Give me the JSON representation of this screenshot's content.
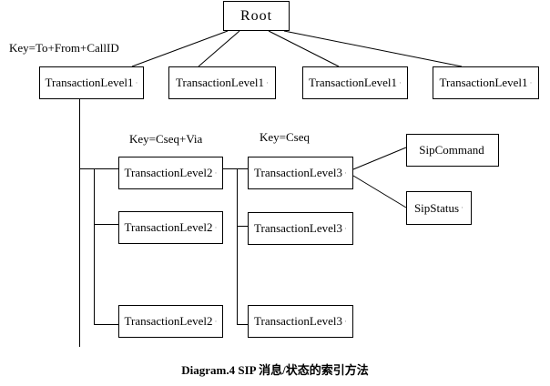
{
  "colors": {
    "background": "#ffffff",
    "line": "#000000",
    "text": "#000000",
    "paragraph_mark": "#909090"
  },
  "root": {
    "label": "Root",
    "mark": ""
  },
  "keys": {
    "level1": "Key=To+From+CallID",
    "level2": "Key=Cseq+Via",
    "level3": "Key=Cseq"
  },
  "level1": [
    {
      "label": "TransactionLevel1",
      "mark": "·"
    },
    {
      "label": "TransactionLevel1",
      "mark": "·"
    },
    {
      "label": "TransactionLevel1",
      "mark": "·"
    },
    {
      "label": "TransactionLevel1",
      "mark": "·"
    }
  ],
  "level2": [
    {
      "label": "TransactionLevel2",
      "mark": "·"
    },
    {
      "label": "TransactionLevel2",
      "mark": "·"
    },
    {
      "label": "TransactionLevel2",
      "mark": "·"
    }
  ],
  "level3": [
    {
      "label": "TransactionLevel3",
      "mark": "·"
    },
    {
      "label": "TransactionLevel3",
      "mark": "·"
    },
    {
      "label": "TransactionLevel3",
      "mark": "·"
    }
  ],
  "leaves": [
    {
      "label": "SipCommand",
      "mark": ""
    },
    {
      "label": "SipStatus",
      "mark": "·"
    }
  ],
  "caption": "Diagram.4 SIP 消息/状态的索引方法"
}
